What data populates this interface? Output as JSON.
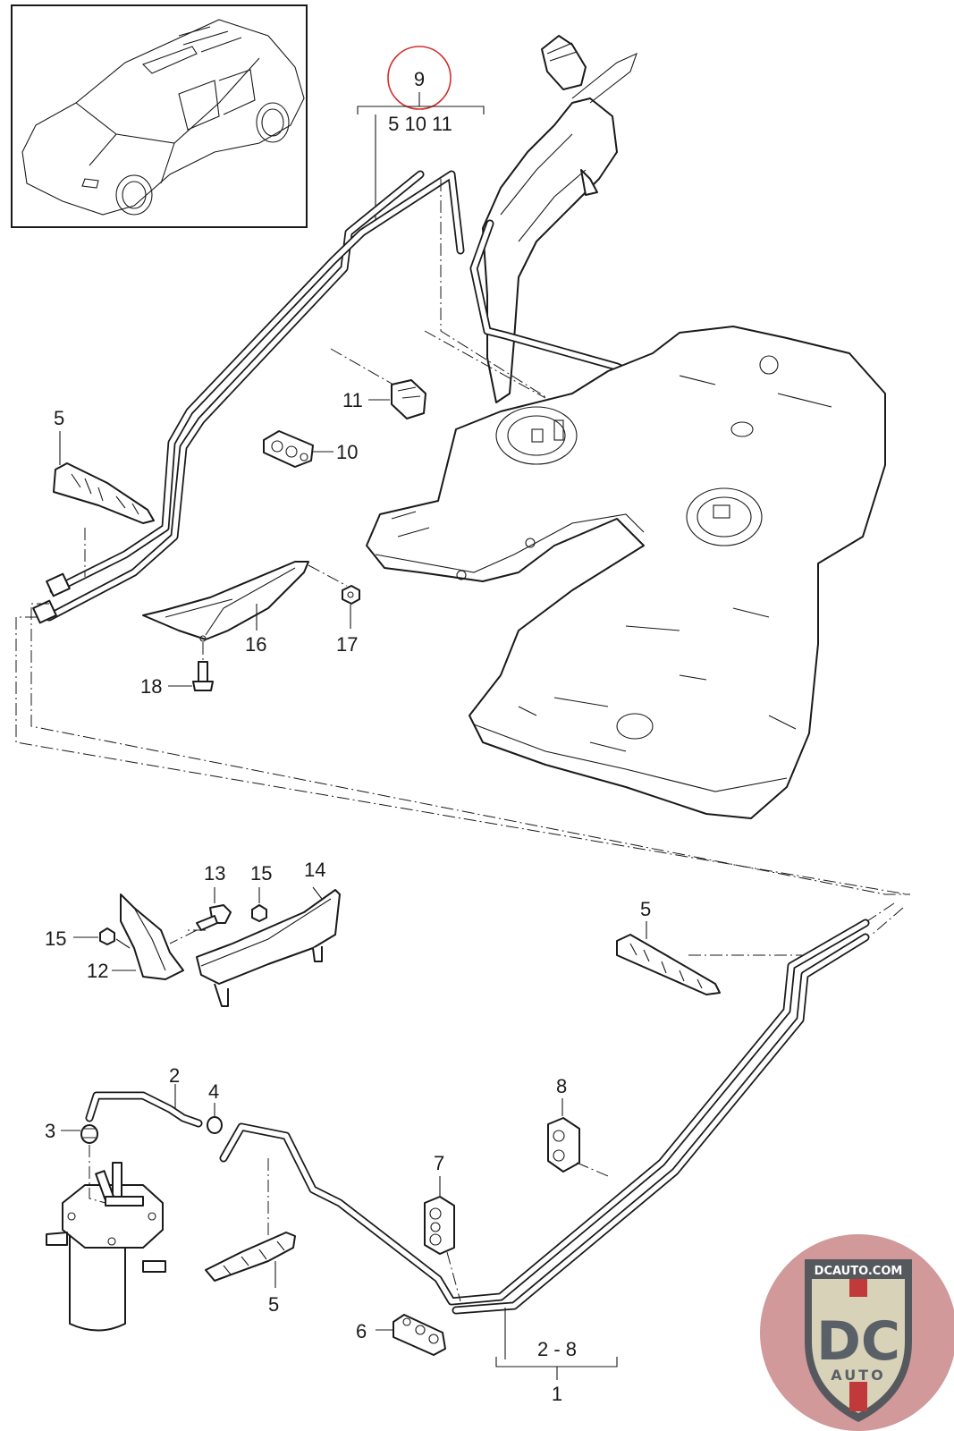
{
  "diagram": {
    "subject": "Fuel tank and fuel lines exploded parts diagram",
    "highlight_color": "#d32f2f",
    "highlighted_callout": "9",
    "callouts": {
      "c9": "9",
      "g9_children": "5 10 11",
      "c11": "11",
      "c10": "10",
      "c5_top": "5",
      "c16": "16",
      "c17": "17",
      "c18": "18",
      "c13": "13",
      "c15_a": "15",
      "c15_b": "15",
      "c14": "14",
      "c12": "12",
      "c5_right": "5",
      "c2": "2",
      "c3": "3",
      "c4": "4",
      "c8": "8",
      "c7": "7",
      "c5_bottom": "5",
      "c6": "6",
      "g1_children": "2 - 8",
      "c1": "1"
    },
    "thumbnail": {
      "description": "Vehicle overview (SUV)"
    }
  },
  "watermark": {
    "top_text": "DCAUTO.COM",
    "initials": "DC",
    "bottom_text": "AUTO",
    "colors": {
      "badge_bg": "#c98787",
      "shield": "#d8d2b8",
      "letters": "#5a6068",
      "stripe": "#c0393b",
      "rim": "#55595e"
    }
  }
}
